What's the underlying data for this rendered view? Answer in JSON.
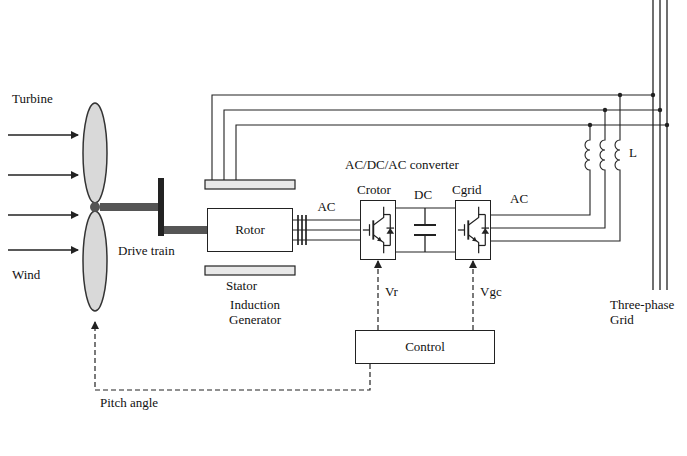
{
  "diagram": {
    "nodes": [
      {
        "text": [
          "Rotor"
        ]
      },
      {
        "text": [
          "Crotor"
        ]
      },
      {
        "text": [
          "Cgrid"
        ]
      },
      {
        "text": [
          "Control"
        ]
      }
    ],
    "edges": [
      {
        "from": 0,
        "to": 1,
        "arrow": "none",
        "label": "AC"
      },
      {
        "from": 1,
        "to": 2,
        "arrow": "none"
      },
      {
        "from": 3,
        "to": 1,
        "arrow": "to",
        "label": "Vr"
      },
      {
        "from": 3,
        "to": 2,
        "arrow": "to",
        "label": "Vgc"
      }
    ],
    "labels": [
      "Turbine",
      "Wind",
      "Drive train",
      "Stator",
      "Induction Generator",
      "AC/DC/AC converter",
      "DC",
      "AC",
      "L",
      "Three-phase Grid",
      "Pitch angle"
    ]
  }
}
